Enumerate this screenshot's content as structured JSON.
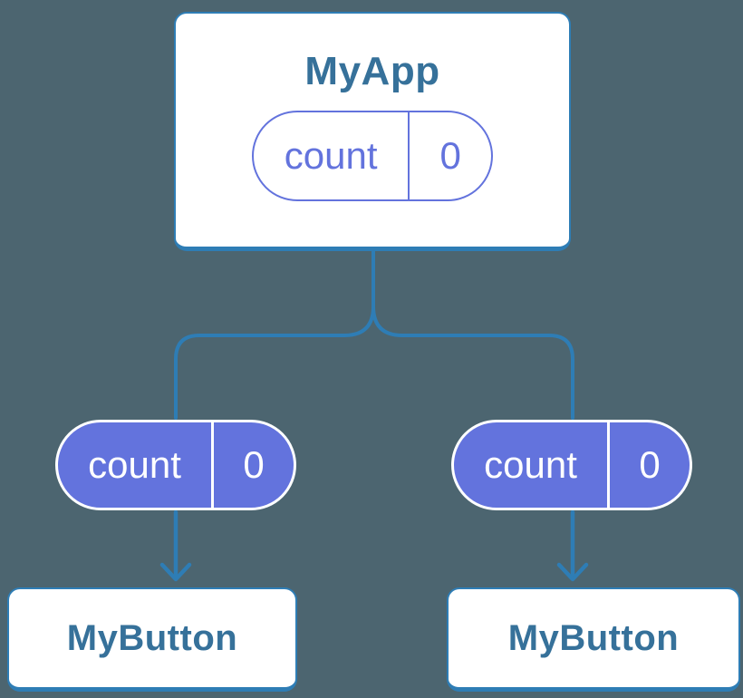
{
  "colors": {
    "background": "#4C6570",
    "line_blue": "#2E7DB5",
    "node_text_blue": "#36719A",
    "purple": "#6373DD",
    "white": "#FFFFFF"
  },
  "diagram": {
    "type": "component-tree",
    "root": {
      "title": "MyApp",
      "state": {
        "name": "count",
        "value": "0"
      }
    },
    "children": [
      {
        "title": "MyButton",
        "prop": {
          "name": "count",
          "value": "0"
        }
      },
      {
        "title": "MyButton",
        "prop": {
          "name": "count",
          "value": "0"
        }
      }
    ]
  }
}
